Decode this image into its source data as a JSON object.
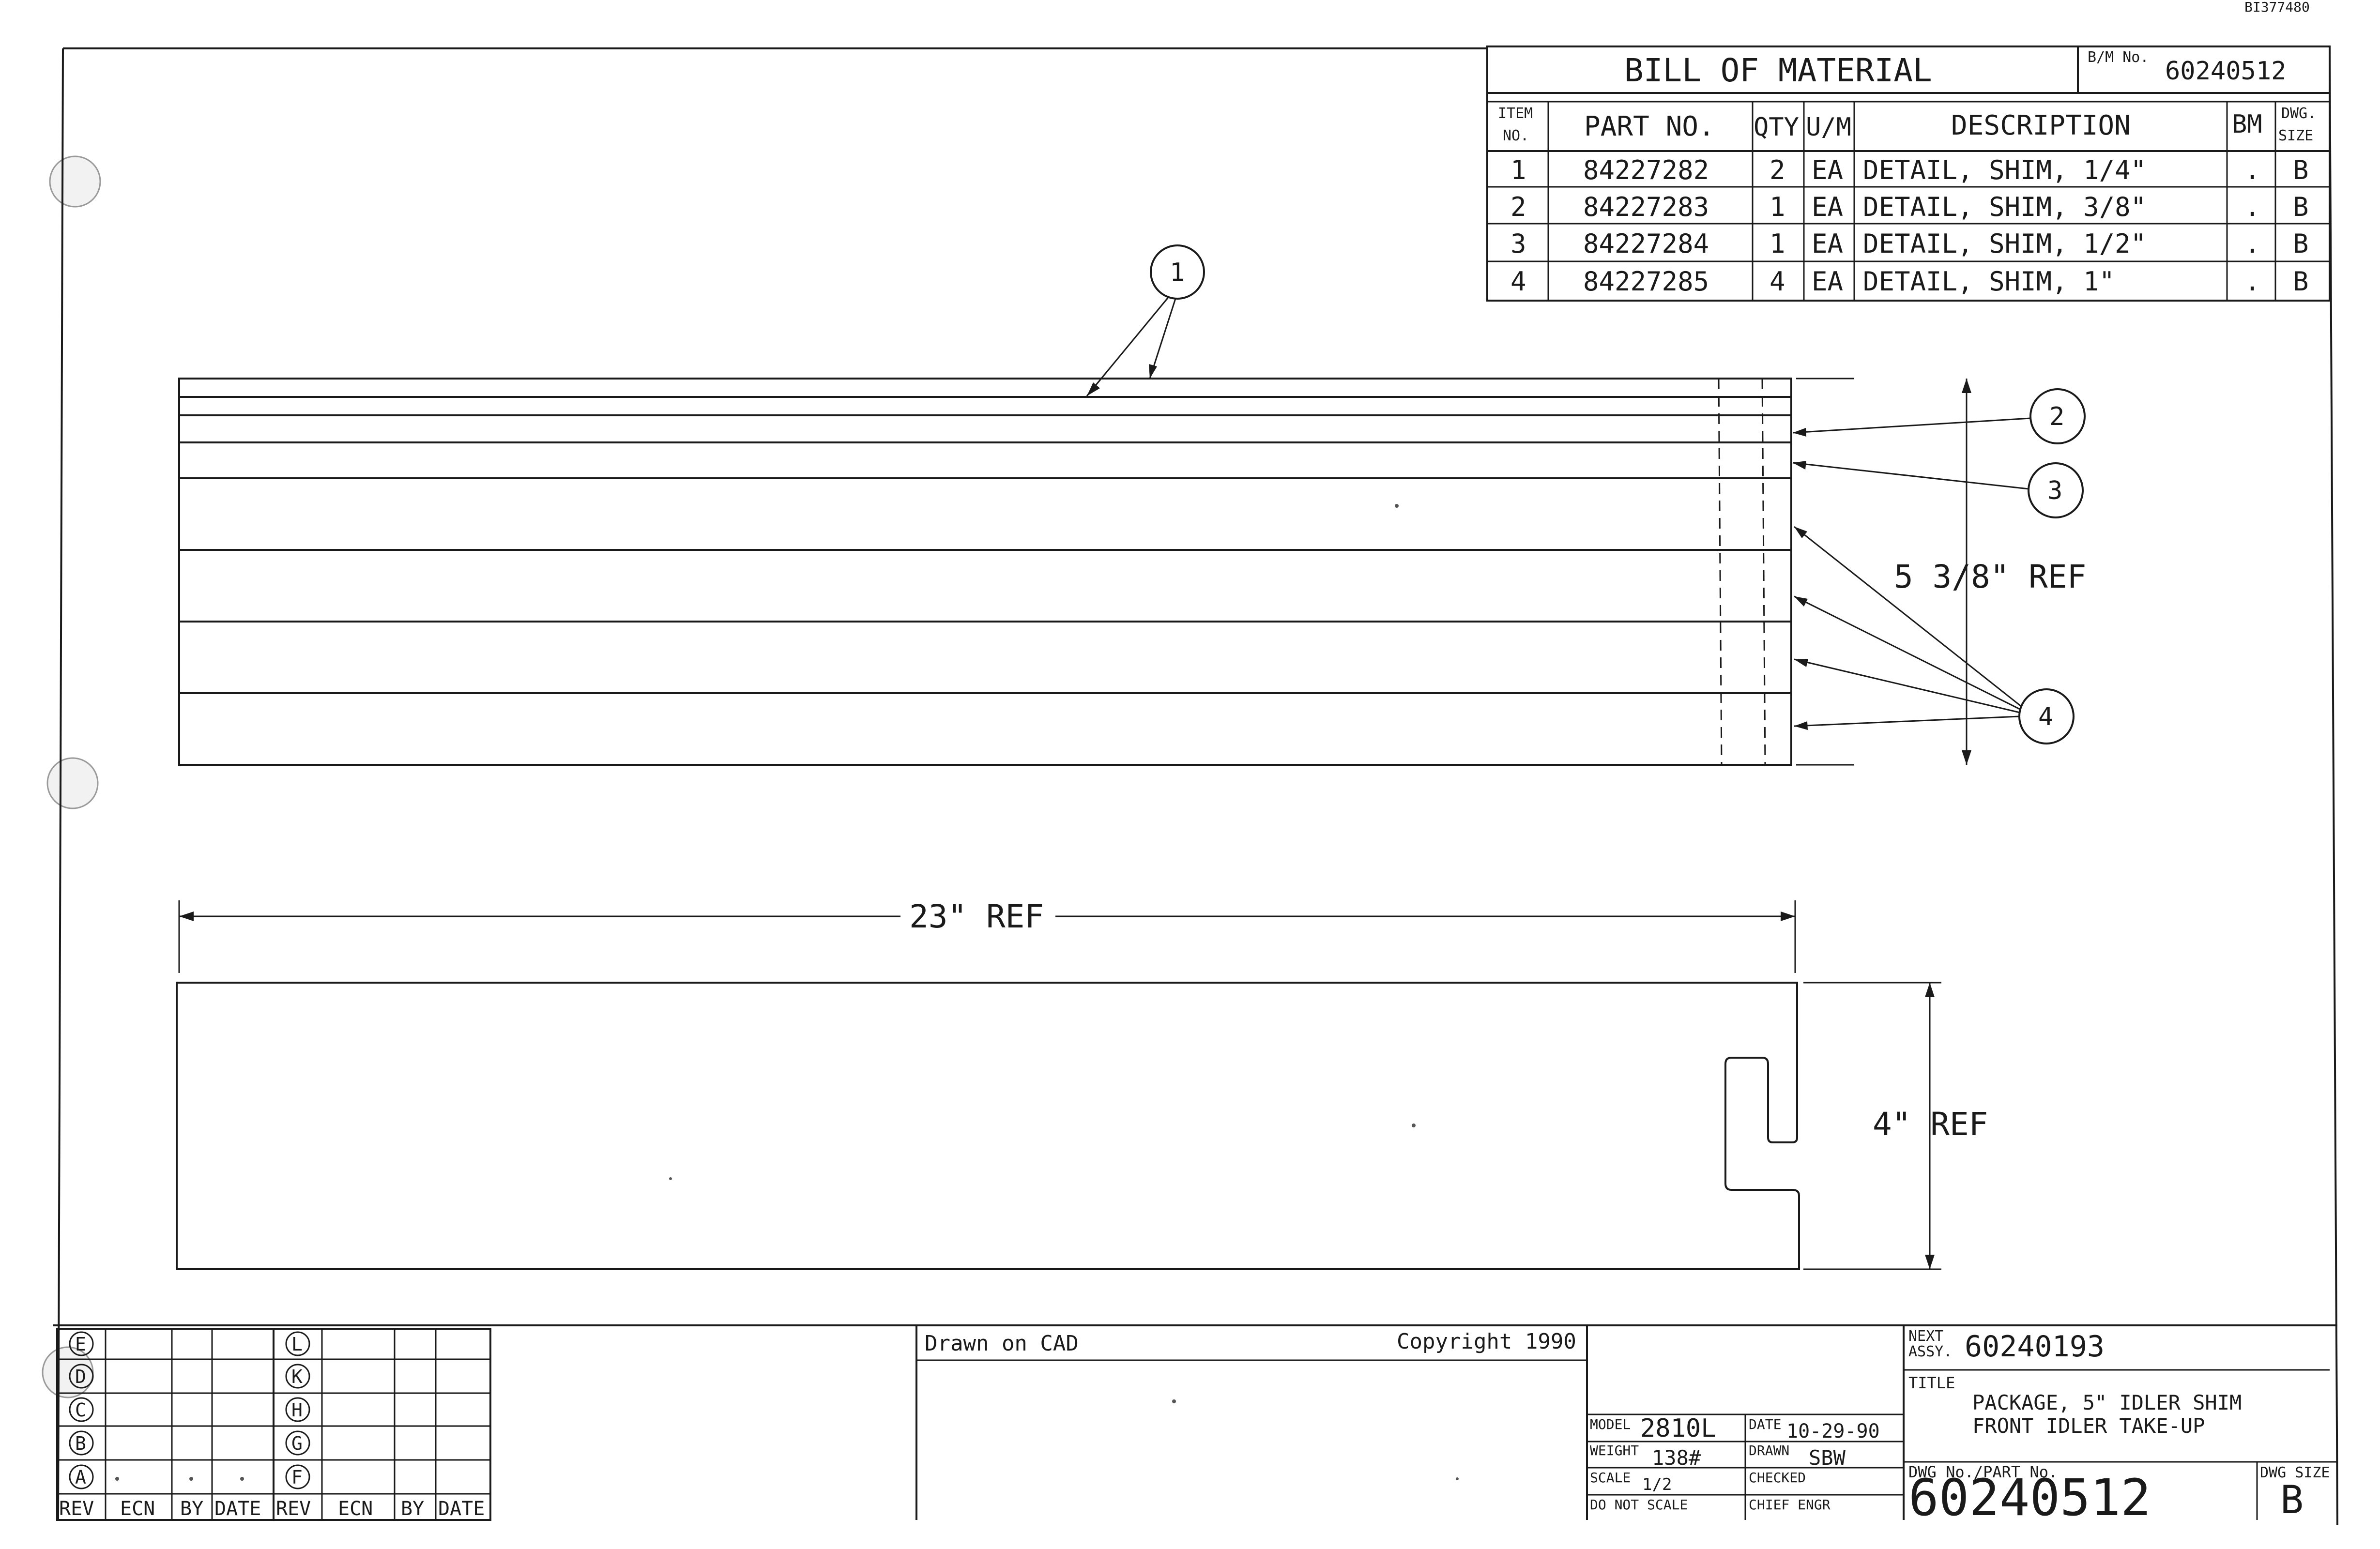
{
  "doc_id": "BI377480",
  "bom": {
    "title": "BILL OF MATERIAL",
    "bm_no_label": "B/M No.",
    "bm_no": "60240512",
    "headers": {
      "item_line1": "ITEM",
      "item_line2": "NO.",
      "part": "PART NO.",
      "qty": "QTY",
      "um": "U/M",
      "desc": "DESCRIPTION",
      "bm": "BM",
      "size_line1": "DWG.",
      "size_line2": "SIZE"
    },
    "rows": [
      {
        "item": "1",
        "part": "84227282",
        "qty": "2",
        "um": "EA",
        "desc": "DETAIL, SHIM, 1/4\"",
        "bm": ".",
        "size": "B"
      },
      {
        "item": "2",
        "part": "84227283",
        "qty": "1",
        "um": "EA",
        "desc": "DETAIL, SHIM, 3/8\"",
        "bm": ".",
        "size": "B"
      },
      {
        "item": "3",
        "part": "84227284",
        "qty": "1",
        "um": "EA",
        "desc": "DETAIL, SHIM, 1/2\"",
        "bm": ".",
        "size": "B"
      },
      {
        "item": "4",
        "part": "84227285",
        "qty": "4",
        "um": "EA",
        "desc": "DETAIL, SHIM, 1\"",
        "bm": ".",
        "size": "B"
      }
    ]
  },
  "balloons": {
    "b1": "1",
    "b2": "2",
    "b3": "3",
    "b4": "4"
  },
  "dimensions": {
    "height": "5 3/8\" REF",
    "length": "23\" REF",
    "width": "4\" REF"
  },
  "revision_block": {
    "left_letters": [
      "E",
      "D",
      "C",
      "B",
      "A"
    ],
    "right_letters": [
      "L",
      "K",
      "H",
      "G",
      "F"
    ],
    "headers": [
      "REV",
      "ECN",
      "BY",
      "DATE",
      "REV",
      "ECN",
      "BY",
      "DATE"
    ]
  },
  "title_block": {
    "drawn_on_cad": "Drawn on CAD",
    "copyright": "Copyright 1990",
    "model_label": "MODEL",
    "model": "2810L",
    "date_label": "DATE",
    "date": "10-29-90",
    "weight_label": "WEIGHT",
    "weight": "138#",
    "drawn_label": "DRAWN",
    "drawn": "SBW",
    "scale_label": "SCALE",
    "scale": "1/2",
    "checked_label": "CHECKED",
    "do_not_scale": "DO NOT SCALE",
    "chief_engr_label": "CHIEF ENGR",
    "next_assy_label_1": "NEXT",
    "next_assy_label_2": "ASSY.",
    "next_assy": "60240193",
    "title_label": "TITLE",
    "title_line1": "PACKAGE, 5\" IDLER SHIM",
    "title_line2": "FRONT IDLER TAKE-UP",
    "dwg_no_label": "DWG No./PART No.",
    "dwg_no": "60240512",
    "dwg_size_label": "DWG SIZE",
    "dwg_size": "B"
  }
}
